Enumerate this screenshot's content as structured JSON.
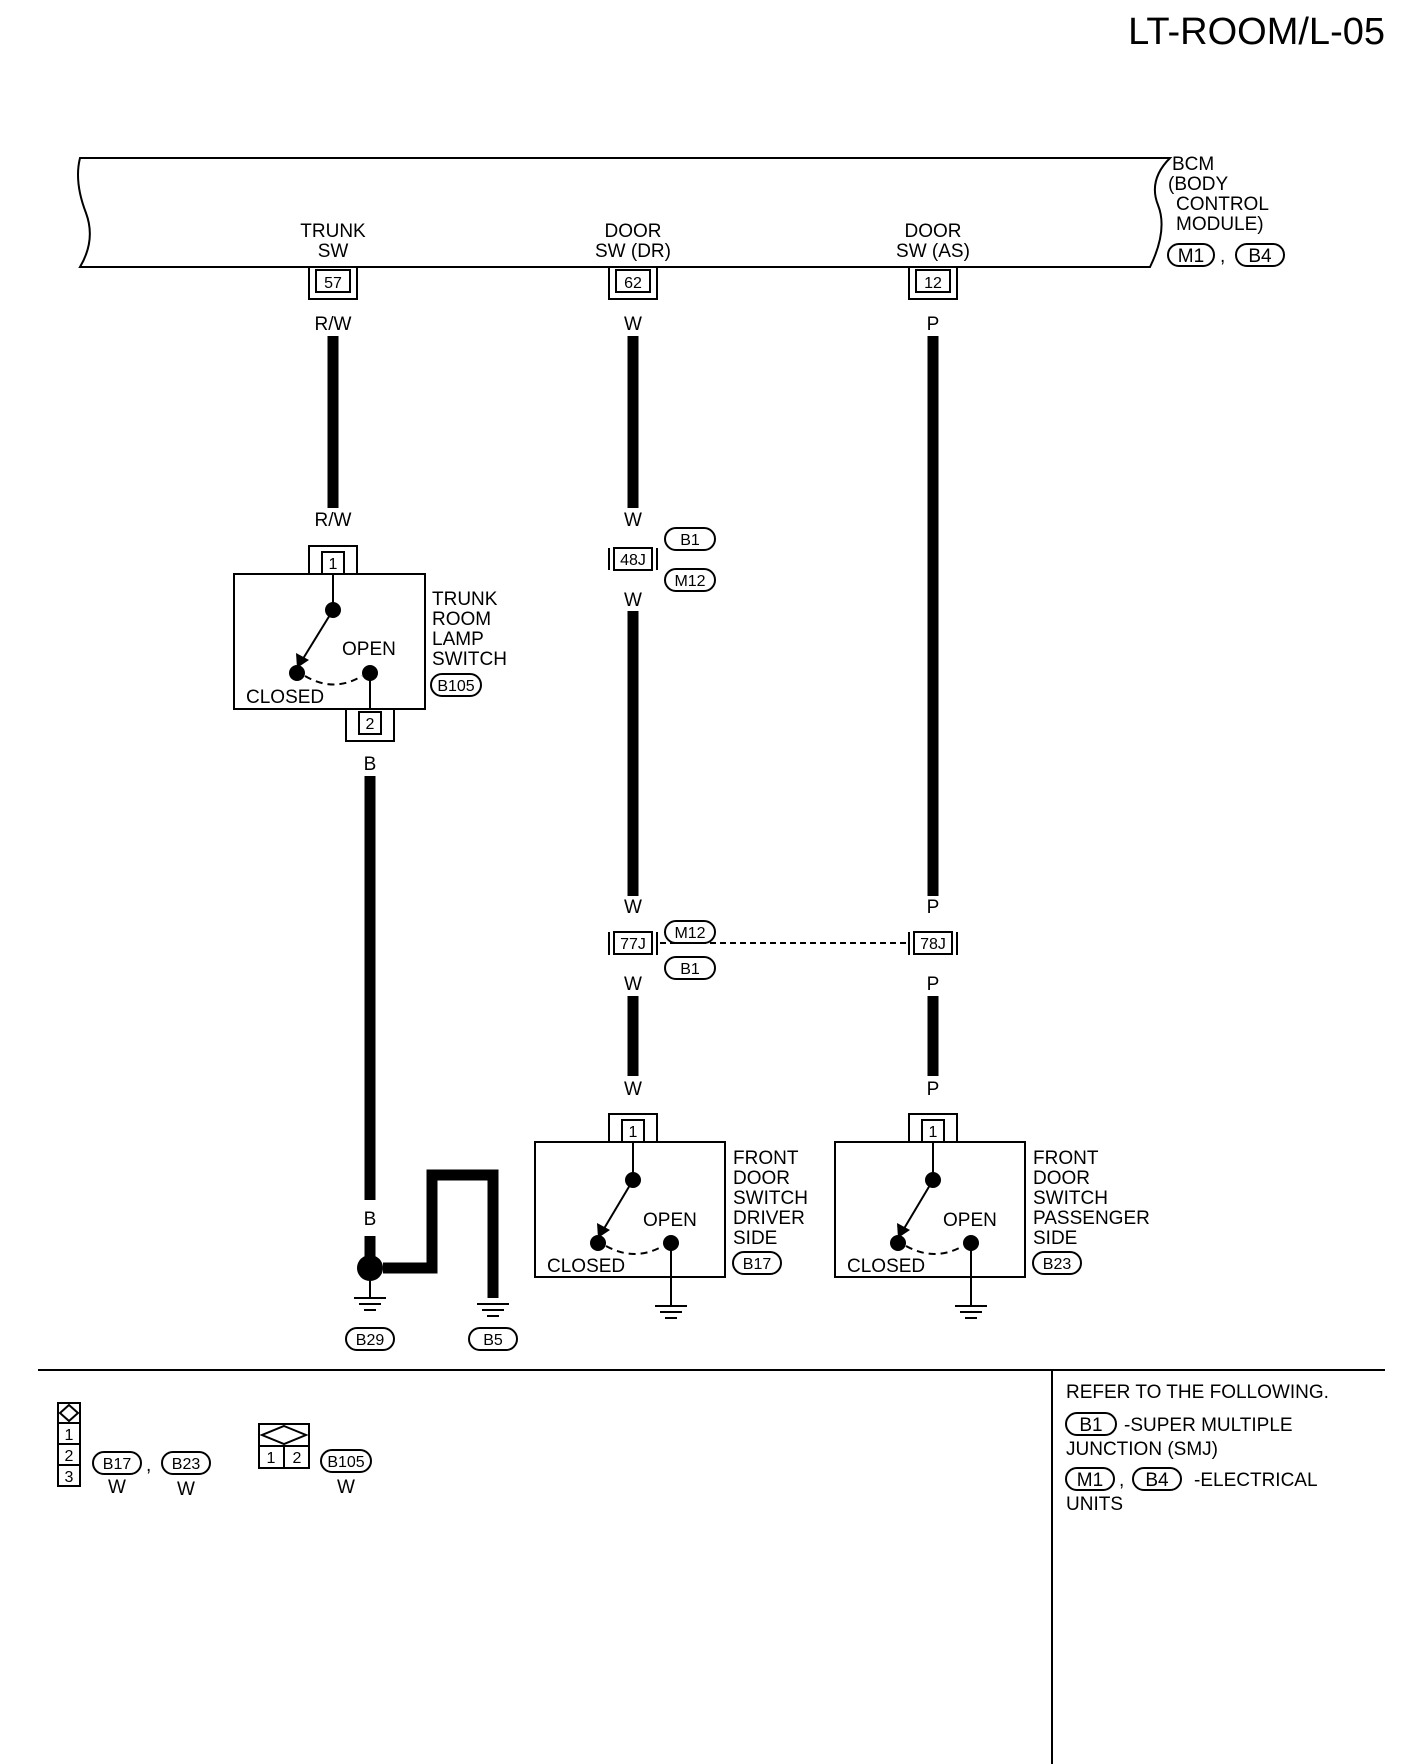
{
  "page_code": "LT-ROOM/L-05",
  "bcm": {
    "name": "BCM",
    "desc_lines": [
      "(BODY",
      "CONTROL",
      "MODULE)"
    ],
    "conn_a": "M1",
    "conn_b": "B4",
    "pins": {
      "trunk": {
        "label_1": "TRUNK",
        "label_2": "SW",
        "pin": "57"
      },
      "door_dr": {
        "label_1": "DOOR",
        "label_2": "SW (DR)",
        "pin": "62"
      },
      "door_as": {
        "label_1": "DOOR",
        "label_2": "SW (AS)",
        "pin": "12"
      }
    }
  },
  "wires": {
    "trunk": "R/W",
    "trunk_ground": "B",
    "door_dr": "W",
    "door_as": "P"
  },
  "junctions": {
    "j48": {
      "pin": "48J",
      "conn_top": "B1",
      "conn_bottom": "M12"
    },
    "j77": {
      "pin": "77J",
      "conn_top": "M12",
      "conn_bottom": "B1"
    },
    "j78": {
      "pin": "78J"
    }
  },
  "switches": {
    "trunk": {
      "lines": [
        "TRUNK",
        "ROOM",
        "LAMP",
        "SWITCH"
      ],
      "conn": "B105",
      "pin_in": "1",
      "pin_out": "2",
      "open": "OPEN",
      "closed": "CLOSED"
    },
    "driver": {
      "lines": [
        "FRONT",
        "DOOR",
        "SWITCH",
        "DRIVER",
        "SIDE"
      ],
      "conn": "B17",
      "pin_in": "1",
      "open": "OPEN",
      "closed": "CLOSED"
    },
    "passenger": {
      "lines": [
        "FRONT",
        "DOOR",
        "SWITCH",
        "PASSENGER",
        "SIDE"
      ],
      "conn": "B23",
      "pin_in": "1",
      "open": "OPEN",
      "closed": "CLOSED"
    }
  },
  "grounds": {
    "g1": "B29",
    "g2": "B5"
  },
  "legend": {
    "conn3": {
      "pins": [
        "1",
        "2",
        "3"
      ],
      "conn_a": "B17",
      "conn_b": "B23",
      "color_a": "W",
      "color_b": "W"
    },
    "conn2": {
      "pins": [
        "1",
        "2"
      ],
      "conn": "B105",
      "color": "W"
    }
  },
  "refer": {
    "heading": "REFER TO THE FOLLOWING.",
    "smj_conn": "B1",
    "smj_text_1": "-SUPER MULTIPLE",
    "smj_text_2": "JUNCTION (SMJ)",
    "eu_conn_a": "M1",
    "eu_conn_b": "B4",
    "eu_text_1": "-ELECTRICAL",
    "eu_text_2": "UNITS"
  }
}
